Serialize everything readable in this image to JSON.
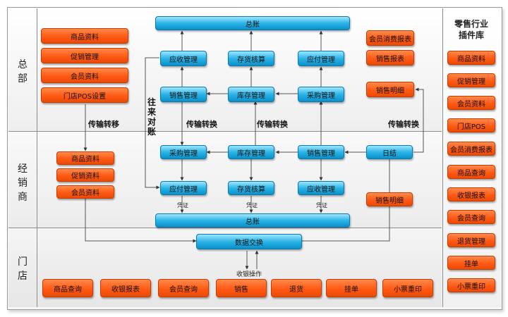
{
  "rows": {
    "headquarters": "总部",
    "distributor": "经销商",
    "store": "门店"
  },
  "side_panel": {
    "title_line1": "零售行业",
    "title_line2": "插件库",
    "items": [
      "商品资料",
      "促销管理",
      "会员资料",
      "门店POS",
      "会员消费报表",
      "商品查询",
      "收银报表",
      "会员查询",
      "退货管理",
      "挂单",
      "小票重印"
    ]
  },
  "hq": {
    "left_items": [
      "商品资料",
      "促销管理",
      "会员资料",
      "门店POS设置"
    ],
    "ledger": "总账",
    "receivable": "应收管理",
    "inventory_account": "存货核算",
    "payable": "应付管理",
    "sales": "销售管理",
    "stock": "库存管理",
    "purchase": "采购管理",
    "member_report": "会员消费报表",
    "sales_report": "销售报表",
    "sales_detail": "销售明细"
  },
  "labels": {
    "transfer_left": "传输转移",
    "transfer_1": "传输转换",
    "transfer_2": "传输转换",
    "transfer_3": "传输转换",
    "reconcile": [
      "往",
      "来",
      "对",
      "账"
    ],
    "voucher_1": "凭证",
    "voucher_2": "凭证",
    "voucher_3": "凭证",
    "cashier_op": "收银操作"
  },
  "dist": {
    "left_items": [
      "商品资料",
      "促销资料",
      "会员资料"
    ],
    "purchase": "采购管理",
    "stock": "库存管理",
    "sales": "销售管理",
    "daily": "日结",
    "payable": "应付管理",
    "inventory_account": "存货核算",
    "receivable": "应收管理",
    "sales_detail": "销售明细",
    "ledger": "总账",
    "data_exchange": "数据交换"
  },
  "store": {
    "items": [
      "商品查询",
      "收银报表",
      "会员查询",
      "销售",
      "退货",
      "挂单",
      "小票重印"
    ]
  },
  "colors": {
    "orange": "#ff5a14",
    "blue": "#1ea8e0"
  }
}
